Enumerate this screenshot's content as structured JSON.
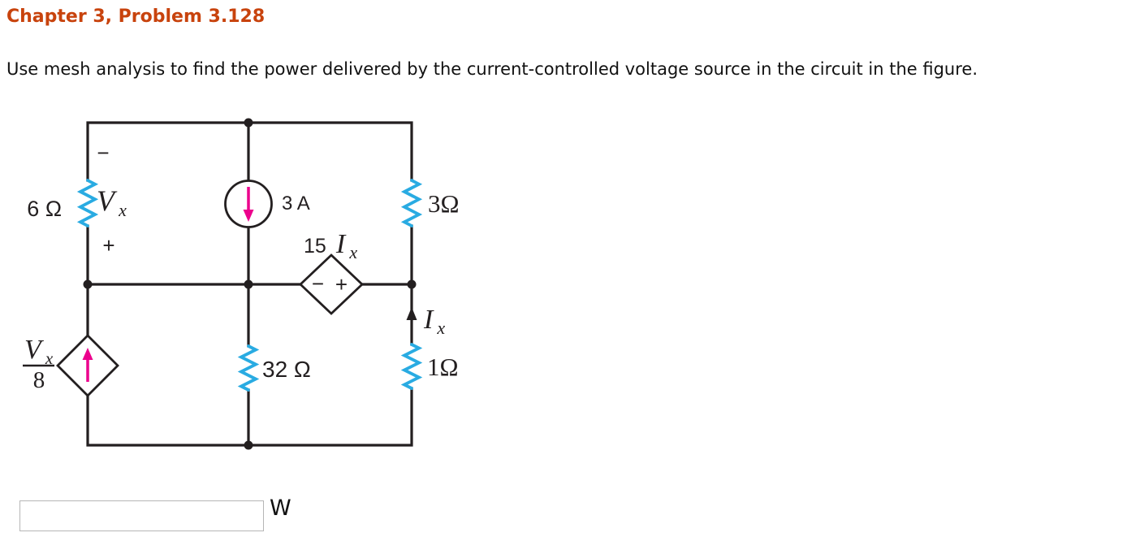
{
  "page": {
    "title": "Chapter 3, Problem 3.128",
    "instruction": "Use mesh analysis to find the power delivered by the current-controlled voltage source in the circuit in the figure."
  },
  "colors": {
    "title_accent": "#c8430d",
    "wire": "#231f20",
    "resistor_zigzag": "#29abe2",
    "source_arrow_magenta": "#ec008c"
  },
  "circuit": {
    "labels": {
      "r6": "6 Ω",
      "r3": "3Ω",
      "r32": "32 Ω",
      "r1": "1Ω",
      "source3a": "3 A",
      "vx": {
        "minus": "−",
        "var": "V",
        "sub": "x",
        "plus": "+"
      },
      "ccvs": {
        "coeff": "15",
        "var": "I",
        "sub": "x",
        "minus": "−",
        "plus": "+"
      },
      "ix": {
        "var": "I",
        "sub": "x"
      },
      "cccs": {
        "num_var": "V",
        "num_sub": "x",
        "den": "8"
      }
    }
  },
  "answer": {
    "value": "",
    "unit": "W"
  }
}
